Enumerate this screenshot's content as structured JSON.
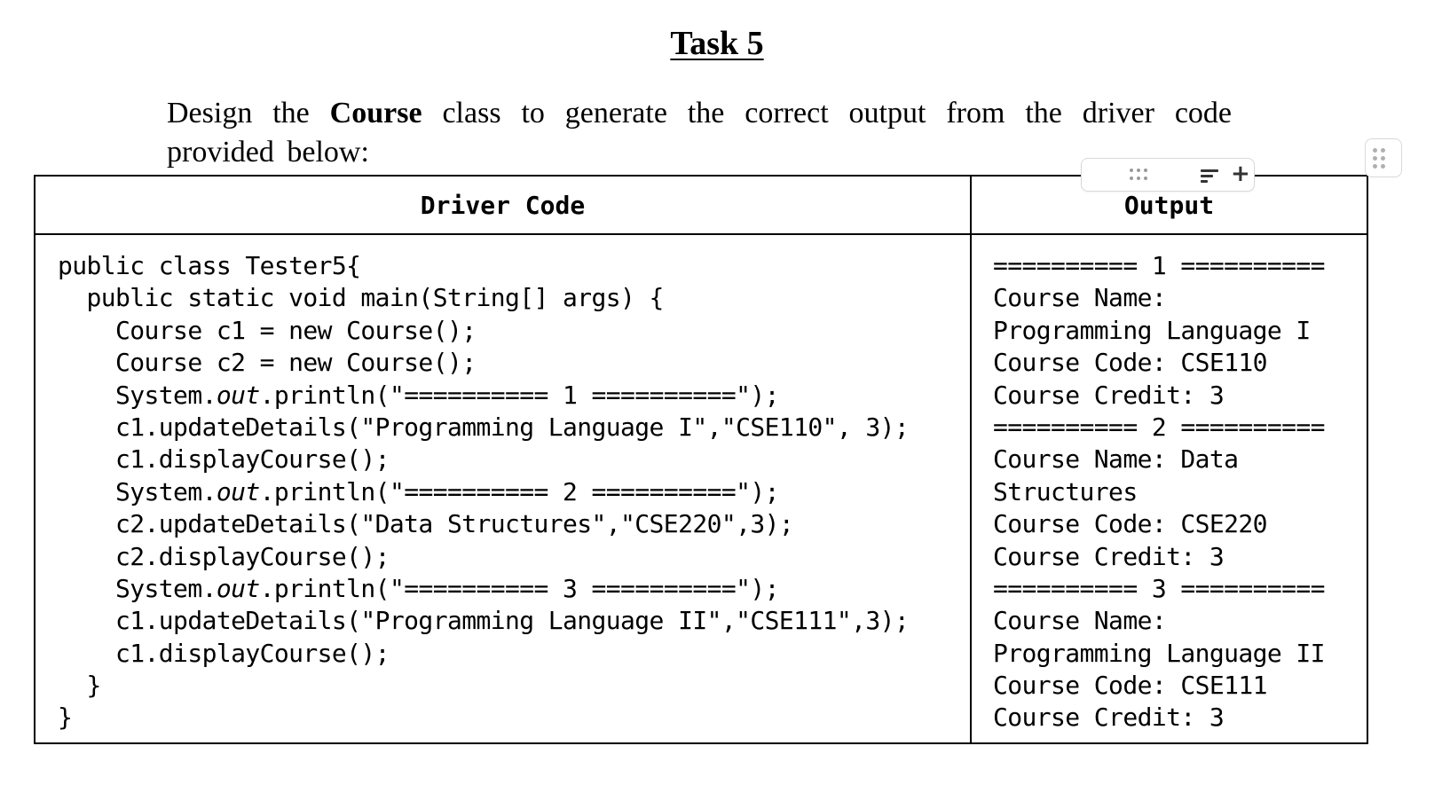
{
  "title": "Task 5",
  "intro": {
    "before": "Design the",
    "bold": "Course",
    "after": "class to generate the correct output from the driver code provided below:"
  },
  "table": {
    "headers": [
      "Driver Code",
      "Output"
    ],
    "code_lines": [
      "public class Tester5{",
      "  public static void main(String[] args) {",
      "    Course c1 = new Course();",
      "    Course c2 = new Course();",
      "    System.out.println(\"========== 1 ==========\");",
      "    c1.updateDetails(\"Programming Language I\",\"CSE110\", 3);",
      "    c1.displayCourse();",
      "    System.out.println(\"========== 2 ==========\");",
      "    c2.updateDetails(\"Data Structures\",\"CSE220\",3);",
      "    c2.displayCourse();",
      "    System.out.println(\"========== 3 ==========\");",
      "    c1.updateDetails(\"Programming Language II\",\"CSE111\",3);",
      "    c1.displayCourse();",
      "  }",
      "}"
    ],
    "output_lines": [
      "========== 1 ==========",
      "Course Name:",
      "Programming Language I",
      "Course Code: CSE110",
      "Course Credit: 3",
      "========== 2 ==========",
      "Course Name: Data",
      "Structures",
      "Course Code: CSE220",
      "Course Credit: 3",
      "========== 3 ==========",
      "Course Name:",
      "Programming Language II",
      "Course Code: CSE111",
      "Course Credit: 3"
    ]
  },
  "toolbar": {
    "icons": [
      "drag-handle-icon",
      "sort-icon",
      "plus-icon"
    ]
  }
}
